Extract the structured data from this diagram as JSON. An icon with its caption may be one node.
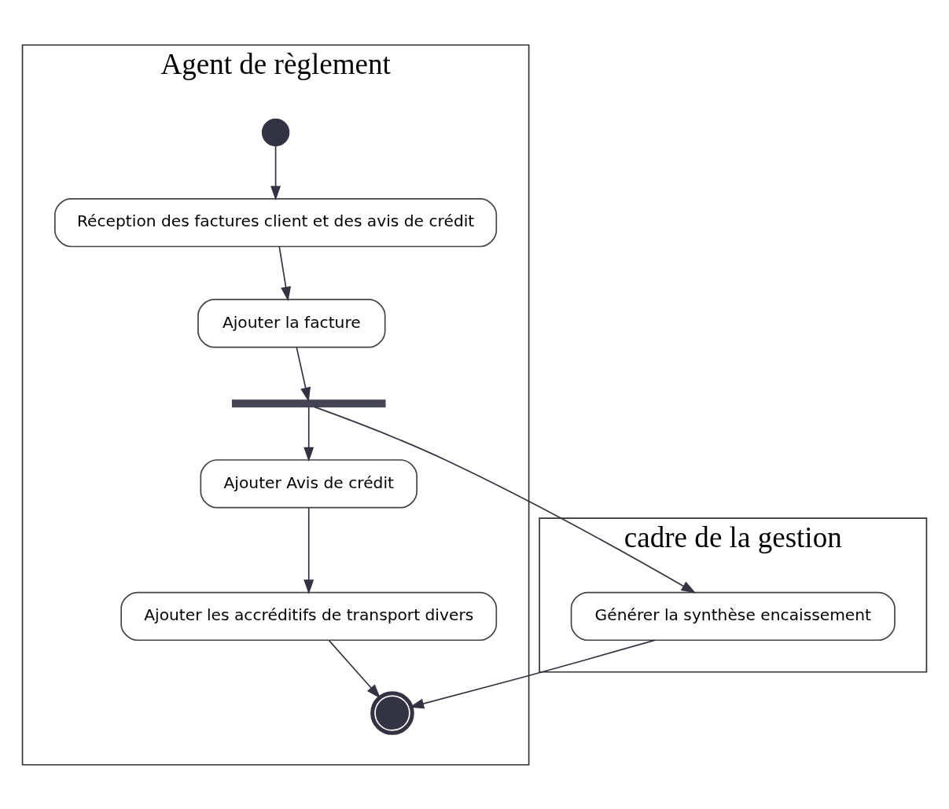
{
  "diagram": {
    "nodes": [
      {
        "text": [
          "cadre de la gestion"
        ]
      },
      {
        "text": [
          "Agent de règlement"
        ]
      },
      {
        "text": [],
        "shape": "circle",
        "in": 1
      },
      {
        "text": [
          "Réception des factures client et des avis de crédit"
        ],
        "in": 1
      },
      {
        "text": [
          "Ajouter la facture"
        ],
        "in": 1
      },
      {
        "text": [],
        "shape": "bar",
        "in": 1
      },
      {
        "text": [
          "Générer la synthèse encaissement"
        ],
        "in": 0
      },
      {
        "text": [
          "Ajouter Avis de crédit"
        ],
        "in": 1
      },
      {
        "text": [
          "Ajouter les accréditifs de transport divers"
        ],
        "in": 1
      },
      {
        "text": [],
        "shape": "bullseye",
        "in": 1
      }
    ],
    "edges": [
      {
        "from": 2,
        "to": 3,
        "arrow": "to"
      },
      {
        "from": 3,
        "to": 4,
        "arrow": "to"
      },
      {
        "from": 4,
        "to": 5,
        "arrow": "to"
      },
      {
        "from": 5,
        "to": 6,
        "arrow": "to"
      },
      {
        "from": 5,
        "to": 7,
        "arrow": "to"
      },
      {
        "from": 7,
        "to": 8,
        "arrow": "to"
      },
      {
        "from": 6,
        "to": 9,
        "arrow": "to"
      },
      {
        "from": 8,
        "to": 9,
        "arrow": "to"
      }
    ]
  }
}
